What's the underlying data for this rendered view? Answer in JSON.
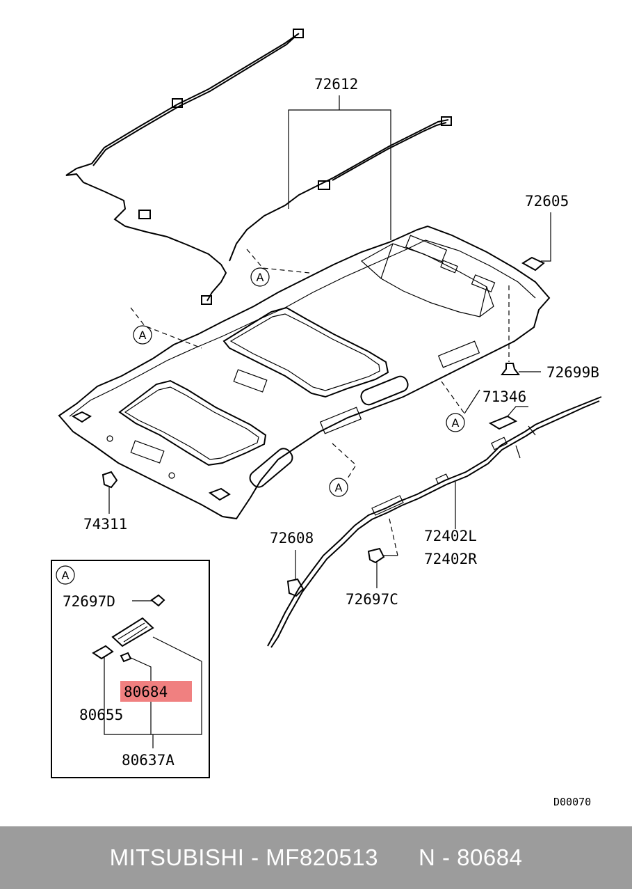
{
  "diagram": {
    "parts": {
      "harness": "72612",
      "clip_rear": "72605",
      "fastener": "72699B",
      "pad": "71346",
      "side_airbag_l": "72402L",
      "side_airbag_r": "72402R",
      "clip_front": "74311",
      "clip_airbag": "72608",
      "bolt_c": "72697C",
      "bolt_d": "72697D",
      "bulb": "80684",
      "lens": "80655",
      "lamp_assy": "80637A"
    },
    "detail_ref": "A",
    "drawing_code": "D00070",
    "highlight_color": "#f08080"
  },
  "footer": {
    "text": "MITSUBISHI - MF820513      N - 80684",
    "background": "#9c9c9c"
  }
}
